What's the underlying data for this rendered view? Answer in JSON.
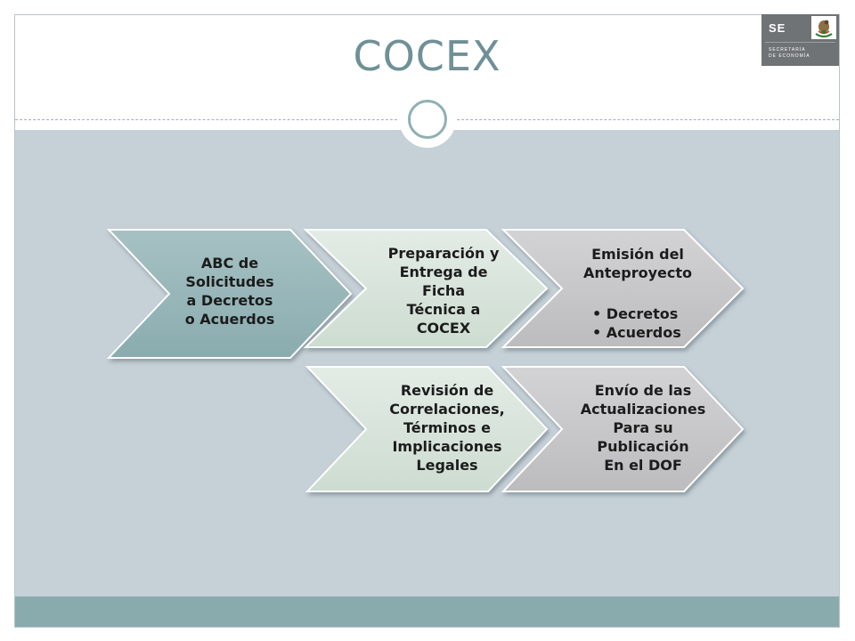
{
  "slide": {
    "title": "COCEX"
  },
  "logo": {
    "abbrev": "SE",
    "name": "SECRETARÍA\nDE ECONOMÍA"
  },
  "colors": {
    "content_background": "#c5d0d7",
    "footer_band": "#8aabad",
    "title_text": "#6f9096",
    "step_teal": "#94b3b6",
    "step_light_green": "#d8e4db",
    "step_gray": "#c8c8ca"
  },
  "steps": [
    {
      "id": "abc",
      "label": "ABC de\nSolicitudes\na Decretos\no Acuerdos",
      "color": "teal"
    },
    {
      "id": "preparacion",
      "label": "Preparación y\nEntrega de\nFicha\nTécnica a\nCOCEX",
      "color": "light-green"
    },
    {
      "id": "emision",
      "label": "Emisión del\nAnteproyecto",
      "items": [
        "Decretos",
        "Acuerdos"
      ],
      "color": "gray"
    },
    {
      "id": "revision",
      "label": "Revisión de\nCorrelaciones,\nTérminos e\nImplicaciones\nLegales",
      "color": "light-green"
    },
    {
      "id": "envio",
      "label": "Envío de las\nActualizaciones\nPara su\nPublicación\nEn el DOF",
      "color": "gray"
    }
  ]
}
